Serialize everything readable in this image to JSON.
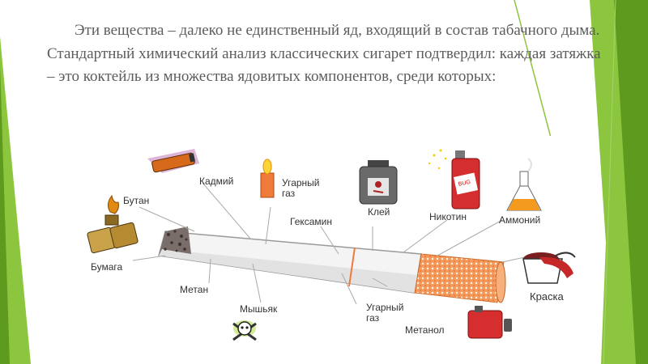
{
  "text": {
    "line1": "Эти вещества – далеко не единственный яд, входящий в состав",
    "line2": "табачного дыма. Стандартный химический анализ классических",
    "line3": "сигарет подтвердил: каждая затяжка – это коктейль из множества",
    "line4": "ядовитых компонентов, среди которых:"
  },
  "labels": {
    "cadmium": "Кадмий",
    "co_top_1": "Угарный",
    "co_top_2": "газ",
    "glue": "Клей",
    "hexamine": "Гексамин",
    "nicotine": "Никотин",
    "ammonia": "Аммоний",
    "butane": "Бутан",
    "paper": "Бумага",
    "methane": "Метан",
    "arsenic": "Мышьяк",
    "co_bot_1": "Угарный",
    "co_bot_2": "газ",
    "methanol": "Метанол",
    "paint": "Краска"
  },
  "colors": {
    "accent_green": "#8cc63f",
    "dark_green": "#4e8a16",
    "text_gray": "#5c5c5c",
    "filter_orange": "#f7935a"
  }
}
